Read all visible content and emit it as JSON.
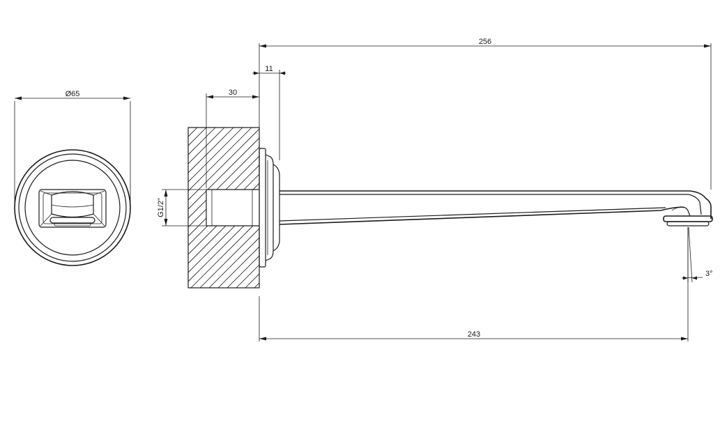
{
  "dimensions": {
    "diameter": "Ø65",
    "total_length": "256",
    "flange_thickness": "11",
    "wall_depth": "30",
    "thread": "G1/2\"",
    "projection": "243",
    "angle": "3°"
  },
  "colors": {
    "line": "#1a1a1a",
    "background": "#ffffff"
  }
}
